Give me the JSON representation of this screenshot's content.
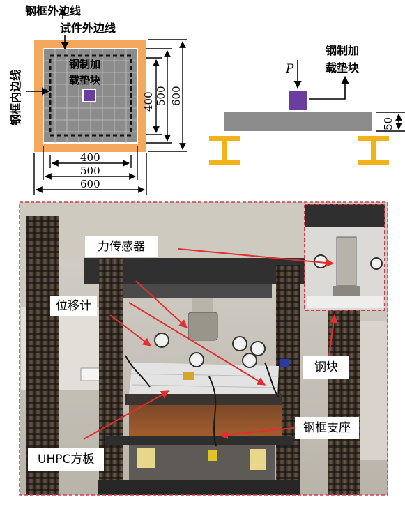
{
  "plan_view": {
    "label_outer_edge": "钢框外边线",
    "label_specimen_edge": "试件外边线",
    "label_inner_edge": "钢框内边线",
    "label_block_line1": "钢制加",
    "label_block_line2": "载垫块",
    "dims_vertical": [
      "400",
      "500",
      "600"
    ],
    "dims_horizontal": [
      "400",
      "500",
      "600"
    ]
  },
  "elevation_view": {
    "load_symbol": "P",
    "label_block_line1": "钢制加",
    "label_block_line2": "载垫块",
    "thickness": "50"
  },
  "photo": {
    "callouts": {
      "force_sensor": "力传感器",
      "displacement_meter": "位移计",
      "steel_block": "钢块",
      "frame_support": "钢框支座",
      "uhpc_plate": "UHPC方板"
    }
  },
  "colors": {
    "frame_orange": "#F4A85E",
    "specimen_gray": "#8C8C8C",
    "grid_line": "#B8B8B8",
    "load_block_purple": "#6A3E9E",
    "support_yellow": "#F2B21A",
    "callout_red": "#E22E2E",
    "dashed_border_red": "#D8394A"
  }
}
